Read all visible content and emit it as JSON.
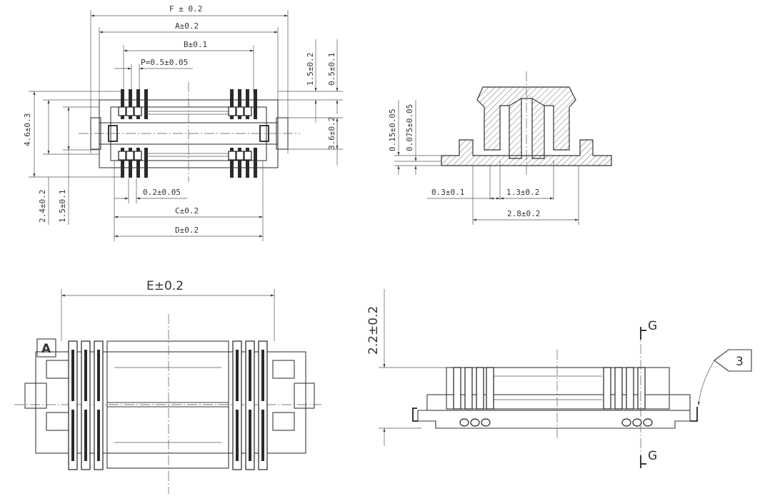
{
  "top_view": {
    "dim_F": "F ± 0.2",
    "dim_A": "A±0.2",
    "dim_B": "B±0.1",
    "dim_P": "P=0.5±0.05",
    "dim_0_2": "0.2±0.05",
    "dim_C": "C±0.2",
    "dim_D": "D±0.2",
    "dim_4_6": "4.6±0.3",
    "dim_2_4": "2.4±0.2",
    "dim_1_5_left": "1.5±0.1",
    "dim_1_5_right": "1.5±0.2",
    "dim_0_5": "0.5±0.1",
    "dim_3_6": "3.6±0.2"
  },
  "section_view": {
    "dim_0_15": "0.15±0.05",
    "dim_0_075": "0.075±0.05",
    "dim_0_3": "0.3±0.1",
    "dim_1_3": "1.3±0.2",
    "dim_2_8": "2.8±0.2"
  },
  "bottom_view": {
    "dim_E": "E±0.2",
    "label_A": "A"
  },
  "side_view": {
    "dim_2_2": "2.2±0.2",
    "section_mark_top": "G",
    "section_mark_bottom": "G",
    "callout": "3"
  }
}
